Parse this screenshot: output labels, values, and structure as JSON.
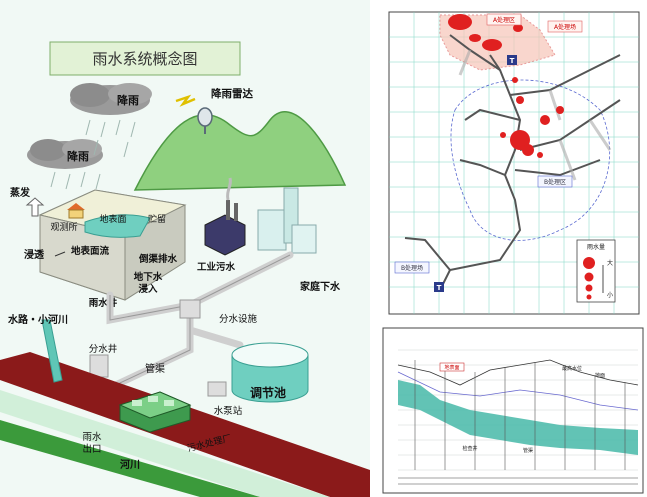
{
  "colors": {
    "background_left": "#e9f6ef",
    "title_box": "#e2f2d6",
    "mountain": "#8fd07f",
    "cloud": "#9a9a9a",
    "ground_top": "#f0f0d8",
    "water": "#5fc6b6",
    "pipe": "#d8d8d8",
    "river_band": "#3b9a3b",
    "red_band": "#8b1a1a",
    "map_grid": "#7fd6c3",
    "map_red": "#e02020",
    "profile_fill": "#46b8a8"
  },
  "left_diagram": {
    "title": "雨水系统概念图",
    "rain_cloud_1": "降雨",
    "rain_cloud_2": "降雨",
    "radar": "降雨雷达",
    "evaporation": "蒸发",
    "observatory": "观测所",
    "surface_storage": "地表面",
    "storage_tank": "贮留",
    "infiltration": "浸透",
    "surface_runoff": "地表面流",
    "culvert": "倒渠排水",
    "groundwater_in": "地下水",
    "groundwater_in2": "浸入",
    "storm_well": "雨水井",
    "road_river": "水路・小河川",
    "dividing_facility": "分水设施",
    "dividing_well": "分水井",
    "industrial_wastewater": "工业污水",
    "household_sewage": "家庭下水",
    "pipe_channel": "管渠",
    "regulating_pond": "调节池",
    "pump_station": "水泵站",
    "rain_outlet": "雨水",
    "rain_outlet2": "出口",
    "sewage_plant": "污水处理厂",
    "river": "河川"
  },
  "map_panel": {
    "zone_a_label": "A处理区",
    "zone_a_site": "A处理场",
    "zone_b_label": "B处理区",
    "zone_b_site": "B处理场",
    "legend_title": "雨水量",
    "legend_big": "大",
    "legend_small": "小",
    "marker_letter": "T"
  },
  "profile_panel": {
    "label_surface": "地表面",
    "label_pump": "最高水位",
    "label_ground": "地面",
    "label_well": "检查井",
    "label_pipe": "管渠"
  }
}
